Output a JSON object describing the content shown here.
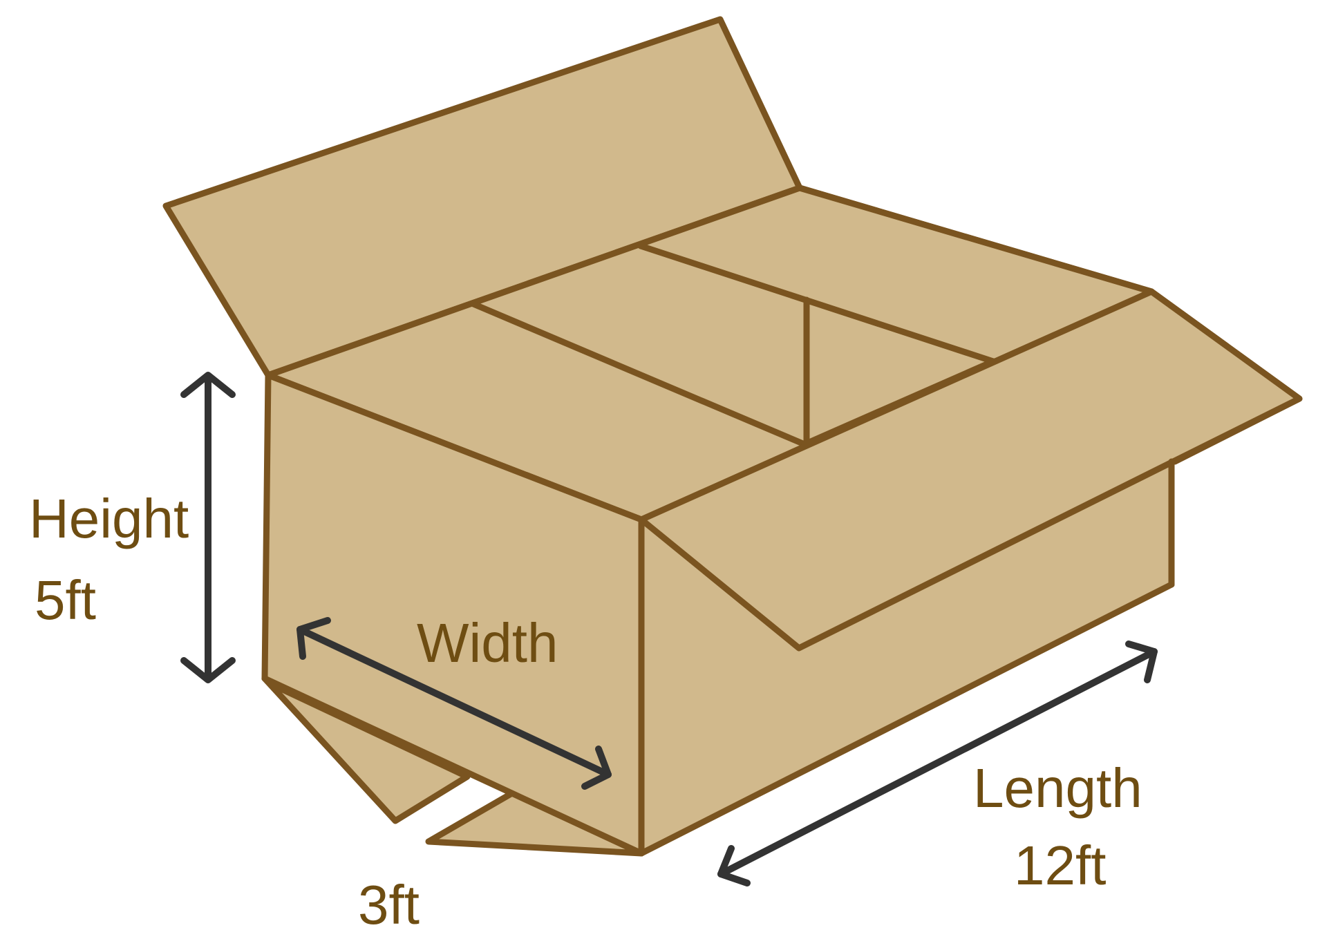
{
  "labels": {
    "height_name": "Height",
    "height_value": "5ft",
    "width_name": "Width",
    "width_value": "3ft",
    "length_name": "Length",
    "length_value": "12ft"
  },
  "colors": {
    "cardboard": "#d1b98c",
    "outline": "#7a5420",
    "arrow": "#333333",
    "text": "#6e4d12"
  }
}
